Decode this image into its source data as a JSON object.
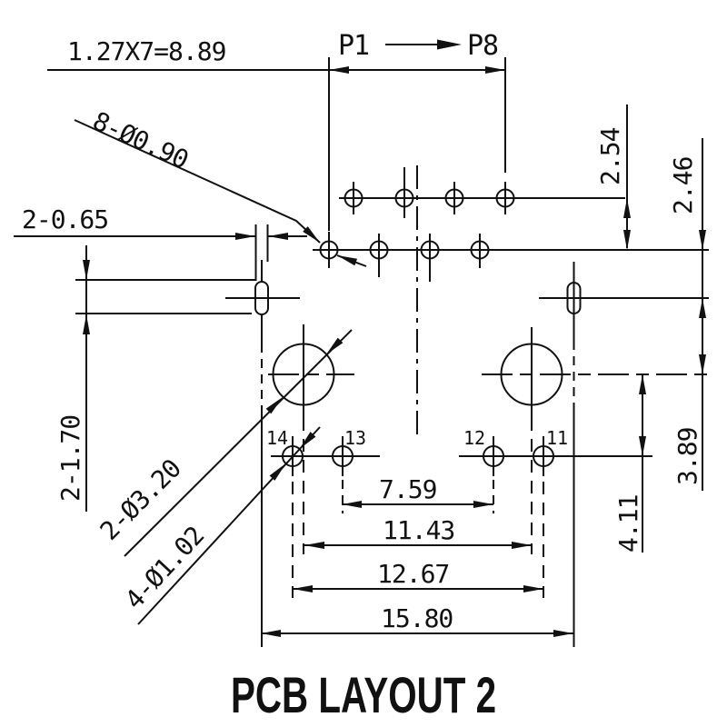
{
  "title": "PCB LAYOUT 2",
  "colors": {
    "ink": "#111111",
    "background": "#ffffff"
  },
  "header": {
    "pitch_note": "1.27X7=8.89",
    "pin_first": "P1",
    "pin_last": "P8"
  },
  "annotations": {
    "through_holes": "8-Ø0.90",
    "slot_width": "2-0.65",
    "slot_height": "2-1.70",
    "mounting_posts": "2-Ø3.20",
    "shield_pins": "4-Ø1.02"
  },
  "dimensions": {
    "row_spacing": "2.54",
    "row_to_slot": "2.46",
    "slot_to_post": "3.89",
    "post_to_pin": "4.11",
    "inner_pin_span": "7.59",
    "post_span": "11.43",
    "outer_pin_span": "12.67",
    "slot_span": "15.80"
  },
  "pin_labels": {
    "p11": "11",
    "p12": "12",
    "p13": "13",
    "p14": "14"
  }
}
